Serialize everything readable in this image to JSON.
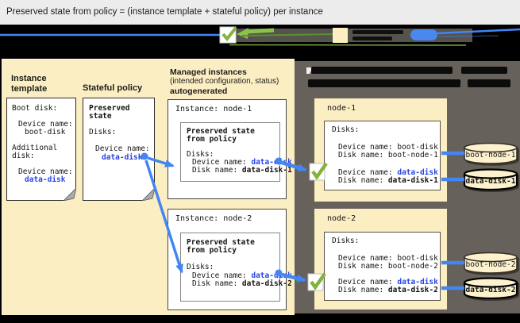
{
  "title": "Preserved state from policy = (instance template + stateful policy) per instance",
  "legend": {
    "icons": [
      "blue-line-icon",
      "checkmark-icon",
      "green-arrow-icon",
      "vm-square-icon",
      "disk-pill-icon"
    ]
  },
  "instance_template": {
    "heading": "Instance template",
    "boot_disk_label": "Boot disk:",
    "boot_device_label": "Device name:",
    "boot_device_value": "boot-disk",
    "additional_disk_label": "Additional disk:",
    "add_device_label": "Device name:",
    "add_device_value": "data-disk"
  },
  "stateful_policy": {
    "heading": "Stateful policy",
    "doc_title": "Preserved state",
    "disks_label": "Disks:",
    "device_label": "Device name:",
    "device_value": "data-disk"
  },
  "managed_instances": {
    "heading": "Managed instances",
    "subheading": "(intended configuration, status)",
    "autogenerated": "autogenerated",
    "instances": [
      {
        "title": "Instance: node-1",
        "preserved_title": "Preserved state from policy",
        "disks_label": "Disks:",
        "device_label": "Device name: ",
        "device_value": "data-disk",
        "disk_label": "Disk name: ",
        "disk_value": "data-disk-1"
      },
      {
        "title": "Instance: node-2",
        "preserved_title": "Preserved state from policy",
        "disks_label": "Disks:",
        "device_label": "Device name: ",
        "device_value": "data-disk",
        "disk_label": "Disk name: ",
        "disk_value": "data-disk-2"
      }
    ]
  },
  "vm_nodes": [
    {
      "name": "node-1",
      "disks_label": "Disks:",
      "boot_device_label": "Device name: ",
      "boot_device_value": "boot-disk",
      "boot_disk_label": "Disk name: ",
      "boot_disk_value": "boot-node-1",
      "data_device_label": "Device name: ",
      "data_device_value": "data-disk",
      "data_disk_label": "Disk name: ",
      "data_disk_value": "data-disk-1",
      "cylinders": [
        {
          "label": "boot-node-1"
        },
        {
          "label": "data-disk-1"
        }
      ]
    },
    {
      "name": "node-2",
      "disks_label": "Disks:",
      "boot_device_label": "Device name: ",
      "boot_device_value": "boot-disk",
      "boot_disk_label": "Disk name: ",
      "boot_disk_value": "boot-node-2",
      "data_device_label": "Device name: ",
      "data_device_value": "data-disk",
      "data_disk_label": "Disk name: ",
      "data_disk_value": "data-disk-2",
      "cylinders": [
        {
          "label": "boot-node-2"
        },
        {
          "label": "data-disk-2"
        }
      ]
    }
  ],
  "colors": {
    "accent_blue": "#4285f4",
    "text_blue": "#2946e3",
    "check_green": "#7cb342",
    "panel_cream": "#fbeec3",
    "panel_dark": "#66615a"
  }
}
